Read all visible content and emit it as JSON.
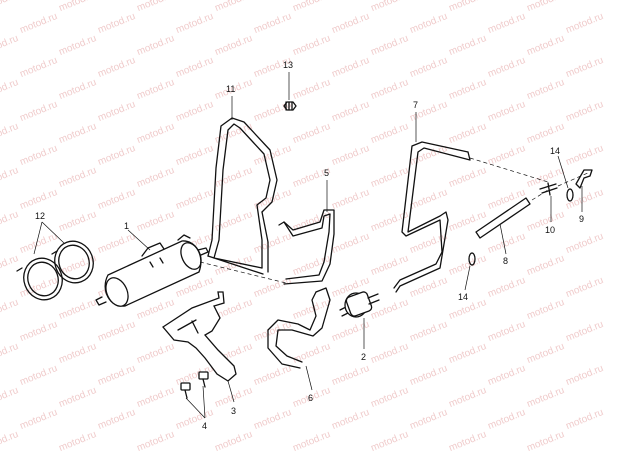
{
  "watermark": {
    "text": "motod.ru"
  },
  "callouts": [
    {
      "id": "1",
      "text": "1"
    },
    {
      "id": "2",
      "text": "2"
    },
    {
      "id": "3",
      "text": "3"
    },
    {
      "id": "4",
      "text": "4"
    },
    {
      "id": "5",
      "text": "5"
    },
    {
      "id": "6",
      "text": "6"
    },
    {
      "id": "7",
      "text": "7"
    },
    {
      "id": "8",
      "text": "8"
    },
    {
      "id": "9",
      "text": "9"
    },
    {
      "id": "10",
      "text": "10"
    },
    {
      "id": "11",
      "text": "11"
    },
    {
      "id": "12",
      "text": "12"
    },
    {
      "id": "13",
      "text": "13"
    },
    {
      "id": "14a",
      "text": "14"
    },
    {
      "id": "14b",
      "text": "14"
    }
  ]
}
